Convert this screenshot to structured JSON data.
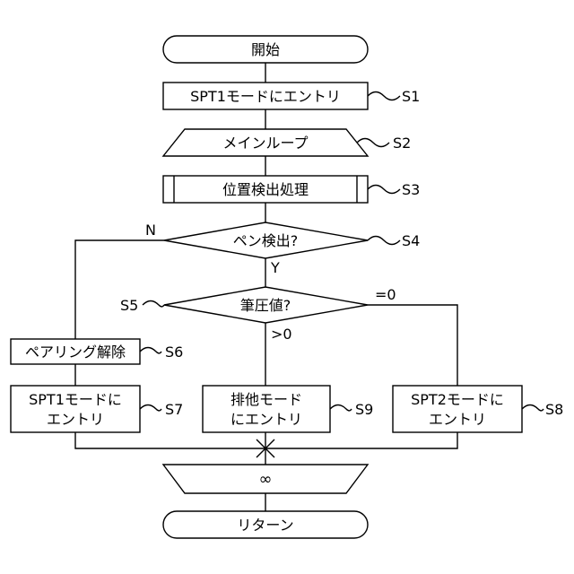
{
  "nodes": {
    "start": "開始",
    "s1": "SPT1モードにエントリ",
    "s2": "メインループ",
    "s3": "位置検出処理",
    "s4": "ペン検出?",
    "s5": "筆圧値?",
    "s6": "ペアリング解除",
    "s7_l1": "SPT1モードに",
    "s7_l2": "エントリ",
    "s9_l1": "排他モード",
    "s9_l2": "にエントリ",
    "s8_l1": "SPT2モードに",
    "s8_l2": "エントリ",
    "loop_end": "∞",
    "return": "リターン"
  },
  "step_labels": {
    "s1": "S1",
    "s2": "S2",
    "s3": "S3",
    "s4": "S4",
    "s5": "S5",
    "s6": "S6",
    "s7": "S7",
    "s8": "S8",
    "s9": "S9"
  },
  "branch_labels": {
    "s4_no": "N",
    "s4_yes": "Y",
    "s5_zero": "=0",
    "s5_positive": ">0"
  }
}
